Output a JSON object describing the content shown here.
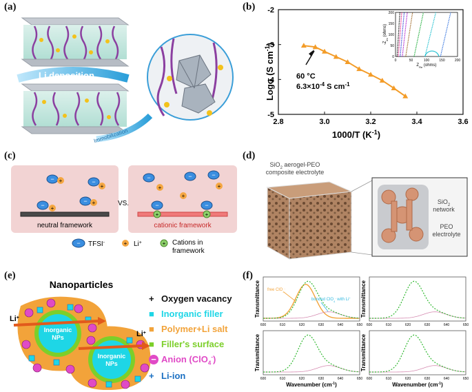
{
  "figure": {
    "panel_labels": [
      "(a)",
      "(b)",
      "(c)",
      "(d)",
      "(e)",
      "(f)"
    ]
  },
  "panel_a": {
    "li_deposition": "Li deposition",
    "immobilization": "Immobilization",
    "colors": {
      "layer_top": "#c9cfd6",
      "layer_mid": "#cfe9e2",
      "chains": "#8b3fa0",
      "arrow": "#3aa0d8"
    }
  },
  "panel_b": {
    "annotation_temp": "60 °C",
    "annotation_value": "6.3×10",
    "annotation_exp": "-4",
    "annotation_unit": " S cm",
    "annotation_unit_exp": "-1",
    "ylabel_main": "Logσ (S cm",
    "ylabel_exp": "-1",
    "ylabel_end": ")",
    "xlabel_main": "1000/T (K",
    "xlabel_exp": "-1",
    "xlabel_end": ")",
    "inset_xlabel": "Z",
    "inset_ylabel": "-Z",
    "inset_xlabel_sub": "Re",
    "inset_xlabel_unit": " (ohms)",
    "inset_ylabel_sub": "im",
    "inset_ylabel_unit": " (ohms)",
    "color": "#f39c28"
  },
  "panel_c": {
    "left_label": "neutral framework",
    "vs": "VS.",
    "right_label": "cationic framework",
    "legend_tfsi": "TFSI",
    "legend_tfsi_sup": "-",
    "legend_li": "Li",
    "legend_li_sup": "+",
    "legend_cations": "Cations in framework",
    "legend_cations_line1": "Cations in",
    "legend_cations_line2": "framework",
    "colors": {
      "bg": "#f2d3d3",
      "anion": "#3a8ee0",
      "li": "#f5a742",
      "cation": "#8dd06a",
      "right_text": "#c62828"
    }
  },
  "panel_d": {
    "title_line1": "SiO",
    "title_line1_sub": "2",
    "title_line1_end": " aerogel-PEO",
    "title_line2": "composite electrolyte",
    "label_sio2_line1": "SiO",
    "label_sio2_sub": "2",
    "label_sio2_line2": "network",
    "label_peo_line1": "PEO",
    "label_peo_line2": "electrolyte",
    "colors": {
      "cube": "#a77b5c",
      "network": "#d59474",
      "box": "#c9cbcf"
    }
  },
  "panel_e": {
    "title": "Nanoparticles",
    "core_label_line1": "Inorganic",
    "core_label_line2": "NPs",
    "li_label": "Li",
    "li_sup": "+",
    "legend": [
      {
        "symbol": "+",
        "text": "Oxygen vacancy",
        "color": "#111111"
      },
      {
        "symbol": "■",
        "text": "Inorganic filler",
        "color": "#1ed6e6"
      },
      {
        "symbol": "■",
        "text": "Polymer+Li salt",
        "color": "#f2a33a"
      },
      {
        "symbol": "■",
        "text": "Filler's surface",
        "color": "#7ccf2a"
      },
      {
        "symbol": "−",
        "text": "Anion (ClO",
        "sub": "4",
        "sup": "-",
        "text_end": ")",
        "color": "#e04ac6"
      },
      {
        "symbol": "+",
        "text": "Li-ion",
        "color": "#1a6fc2"
      }
    ]
  },
  "panel_f": {
    "ylabel": "Transmittance",
    "xlabel_main": "Wavenumber (cm",
    "xlabel_exp": "-1",
    "xlabel_end": ")",
    "annotation_free": "free ClO",
    "annotation_free_sub": "4",
    "annotation_free_sup": "-",
    "annotation_bonded": "bonded ClO",
    "annotation_bonded_sub": "4",
    "annotation_bonded_sup": "-",
    "annotation_bonded_end": " with Li",
    "annotation_bonded_sup2": "+",
    "tick_labels": [
      "600",
      "610",
      "620",
      "630",
      "640",
      "650"
    ],
    "colors": {
      "fit": "#2fb82f",
      "free": "#f2a33a",
      "bonded": "#2fb8e0",
      "extra": "#d58ab0"
    }
  },
  "chart_data": [
    {
      "type": "scatter",
      "title": "",
      "xlabel": "1000/T (K-1)",
      "ylabel": "Logσ (S cm-1)",
      "xlim": [
        2.8,
        3.6
      ],
      "ylim": [
        -5,
        -2
      ],
      "xticks": [
        2.8,
        3.0,
        3.2,
        3.4,
        3.6
      ],
      "yticks": [
        -5,
        -4,
        -3,
        -2
      ],
      "x": [
        2.91,
        2.96,
        3.0,
        3.05,
        3.1,
        3.15,
        3.2,
        3.25,
        3.3,
        3.35
      ],
      "y": [
        -3.03,
        -3.07,
        -3.2,
        -3.35,
        -3.5,
        -3.7,
        -3.86,
        -4.03,
        -4.25,
        -4.48
      ],
      "line": true,
      "grid": false
    },
    {
      "type": "line",
      "title": "",
      "xlabel": "ZRe (ohms)",
      "ylabel": "-Zim (ohms)",
      "xlim": [
        0,
        200
      ],
      "ylim": [
        0,
        200
      ],
      "xticks": [
        0,
        50,
        100,
        150,
        200
      ],
      "yticks": [
        0,
        50,
        100,
        150,
        200
      ],
      "series": [
        {
          "color": "#1a1a1a",
          "values": [
            [
              5,
              0
            ],
            [
              14,
              200
            ]
          ]
        },
        {
          "color": "#e0308a",
          "values": [
            [
              9,
              0
            ],
            [
              20,
              200
            ]
          ]
        },
        {
          "color": "#3a4ad8",
          "values": [
            [
              15,
              0
            ],
            [
              28,
              200
            ]
          ]
        },
        {
          "color": "#b028d0",
          "values": [
            [
              22,
              0
            ],
            [
              38,
              200
            ]
          ]
        },
        {
          "color": "#a06a28",
          "values": [
            [
              33,
              0
            ],
            [
              55,
              200
            ]
          ]
        },
        {
          "color": "#26b040",
          "values": [
            [
              60,
              0
            ],
            [
              90,
              200
            ]
          ]
        },
        {
          "color": "#20c0d0",
          "values": [
            [
              95,
              0
            ],
            [
              130,
              200
            ]
          ]
        },
        {
          "color": "#3a78e0",
          "values": [
            [
              145,
              0
            ],
            [
              178,
              200
            ]
          ]
        }
      ]
    }
  ]
}
